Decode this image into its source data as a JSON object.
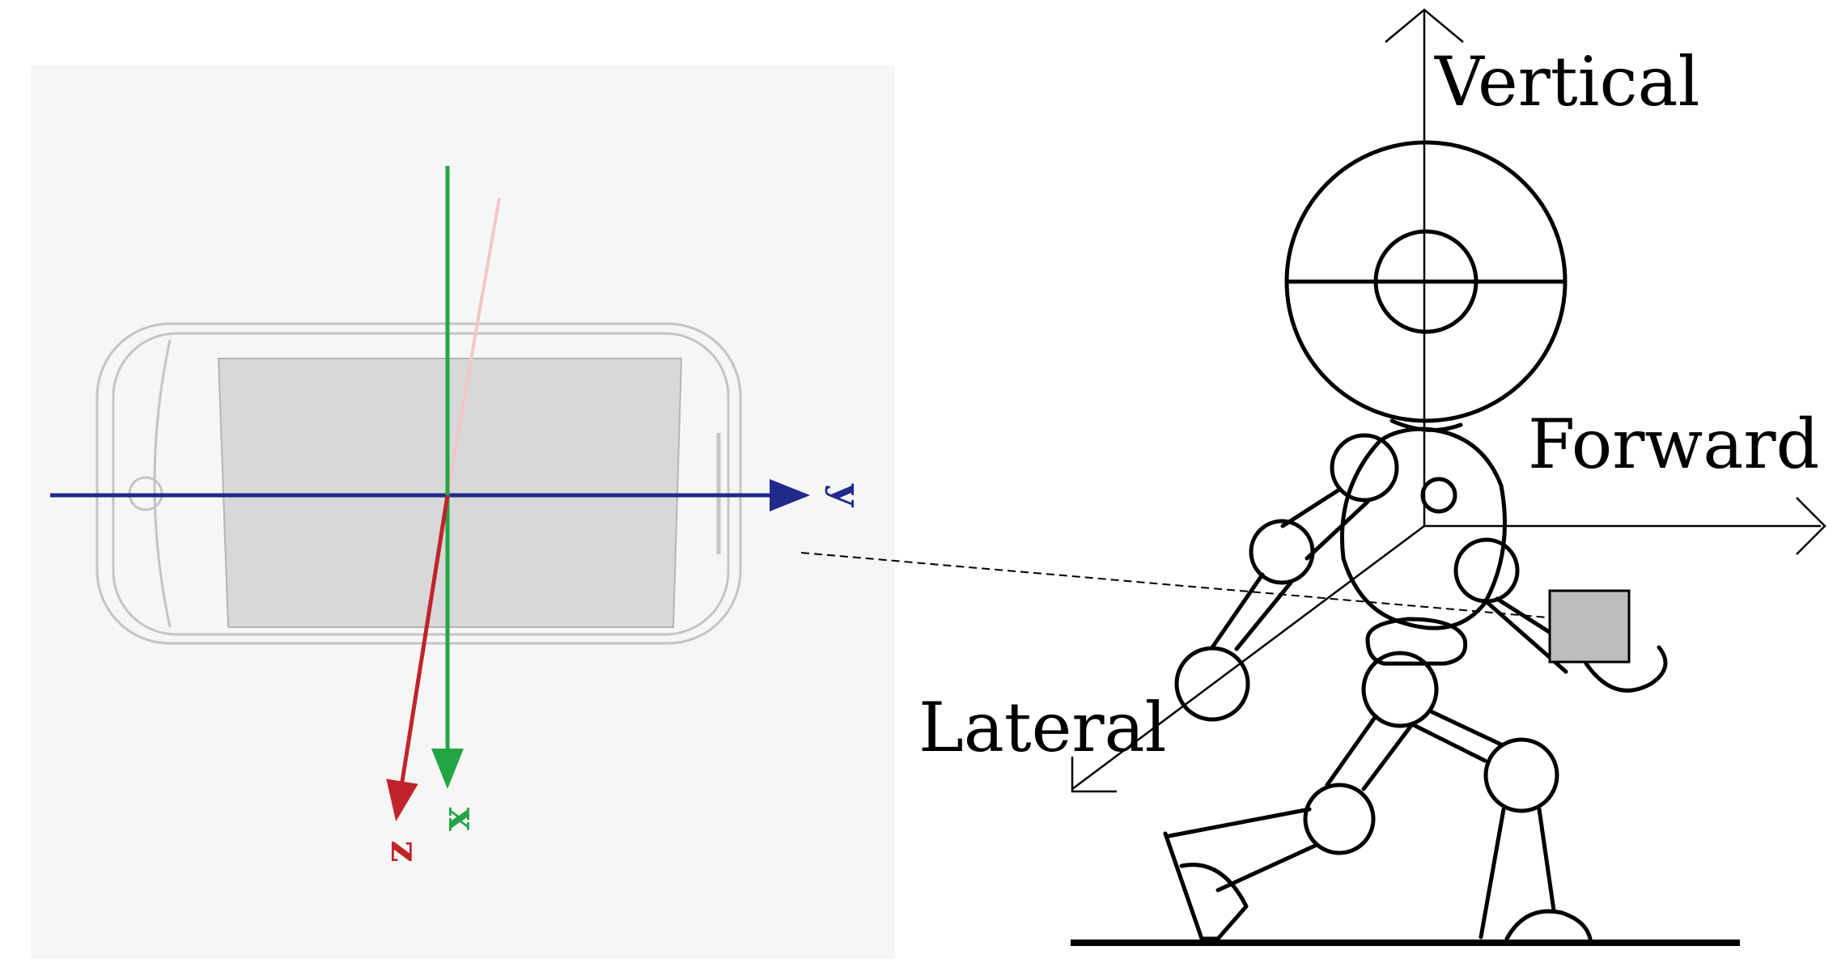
{
  "phone_axes": {
    "x": {
      "label": "x",
      "color": "#22a644"
    },
    "y": {
      "label": "y",
      "color": "#1f2a8c"
    },
    "z": {
      "label": "z",
      "color": "#c0242a"
    }
  },
  "body_axes": {
    "vertical": "Vertical",
    "forward": "Forward",
    "lateral": "Lateral"
  }
}
